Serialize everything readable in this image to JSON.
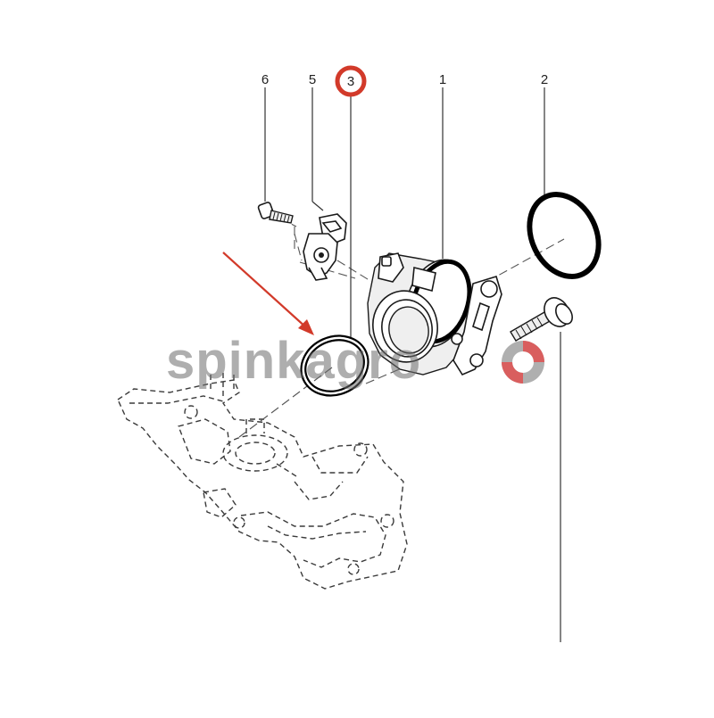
{
  "callouts": {
    "c1": "1",
    "c2": "2",
    "c3": "3",
    "c5": "5",
    "c6": "6"
  },
  "highlight": {
    "part": "3",
    "marker_color": "#d23a2a",
    "arrow_color": "#d23a2a"
  },
  "watermark": {
    "text": "spinkagro"
  },
  "parts": {
    "p1": "throttle-body",
    "p2": "o-ring-large",
    "p3": "o-ring-small",
    "p4": "bolt",
    "p5": "position-sensor",
    "p6": "screw"
  }
}
